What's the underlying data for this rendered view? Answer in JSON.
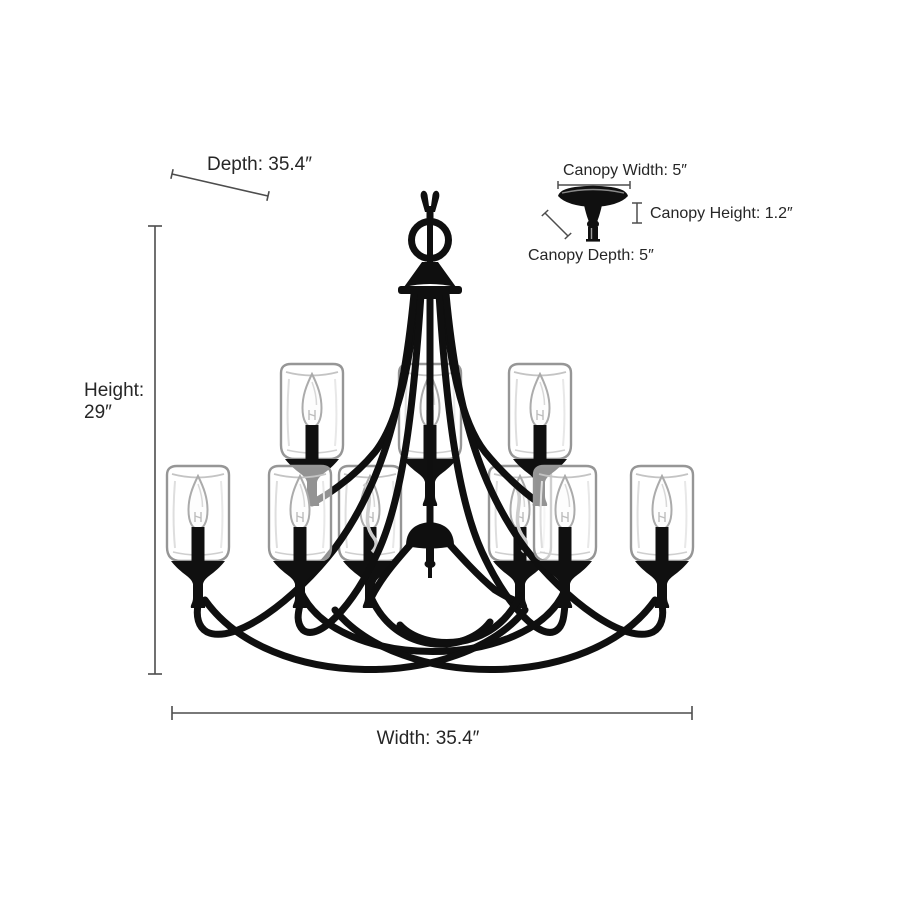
{
  "figure": {
    "type": "product-dimension-diagram",
    "product": "9-light two-tier black candle chandelier with clear glass shades",
    "labels": {
      "depth": "Depth: 35.4″",
      "height_line1": "Height:",
      "height_line2": "29″",
      "width": "Width: 35.4″"
    },
    "canopy": {
      "width": "Canopy Width: 5″",
      "height": "Canopy Height: 1.2″",
      "depth": "Canopy Depth: 5″"
    },
    "colors": {
      "fixture_black": "#0f0f0f",
      "glass_outline": "#969696",
      "dimension_line": "#4d4d4d",
      "label_text": "#262626",
      "background": "#ffffff"
    }
  }
}
